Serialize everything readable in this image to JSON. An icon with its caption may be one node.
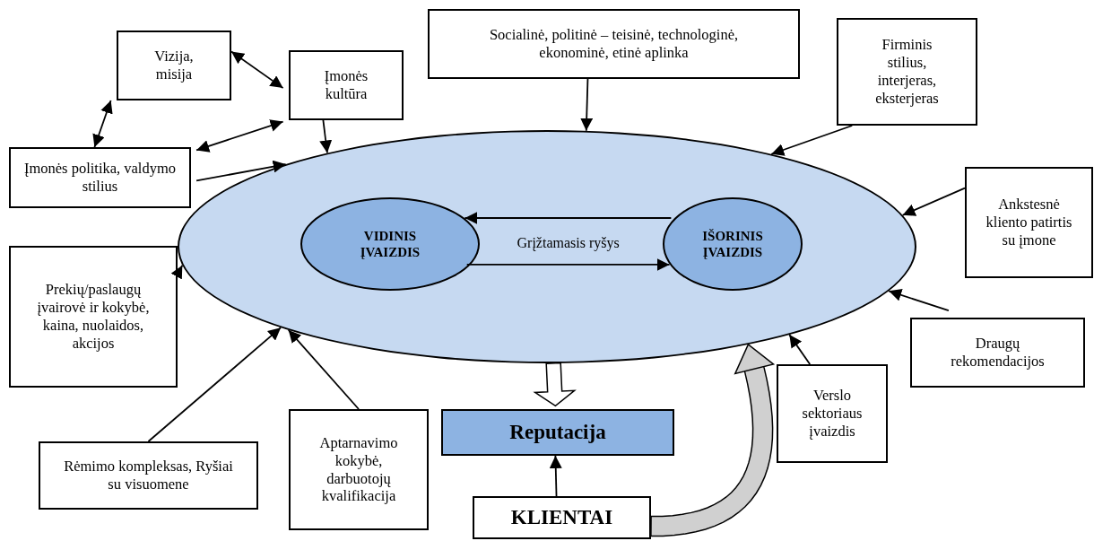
{
  "diagram": {
    "nodes": [
      {
        "text": [],
        "shape": "ellipse"
      },
      {
        "text": [
          "VIDINIS ĮVAIZDIS"
        ],
        "in": 0
      },
      {
        "text": [
          "IŠORINIS ĮVAIZDIS"
        ],
        "in": 0
      },
      {
        "text": [
          "Vizija, misija"
        ]
      },
      {
        "text": [
          "Įmonės kultūra"
        ]
      },
      {
        "text": [
          "Socialinė, politinė – teisinė, technologinė, ekonominė, etinė aplinka"
        ]
      },
      {
        "text": [
          "Firminis stilius, interjeras, eksterjeras"
        ]
      },
      {
        "text": [
          "Įmonės politika, valdymo stilius"
        ]
      },
      {
        "text": [
          "Ankstesnė kliento patirtis su įmone"
        ]
      },
      {
        "text": [
          "Prekių/paslaugų įvairovė ir kokybė, kaina, nuolaidos, akcijos"
        ]
      },
      {
        "text": [
          "Draugų rekomendacijos"
        ]
      },
      {
        "text": [
          "Verslo sektoriaus įvaizdis"
        ]
      },
      {
        "text": [
          "Aptarnavimo kokybė, darbuotojų kvalifikacija"
        ]
      },
      {
        "text": [
          "Rėmimo kompleksas, Ryšiai su visuomene"
        ]
      },
      {
        "text": [
          "Reputacija"
        ]
      },
      {
        "text": [
          "KLIENTAI"
        ]
      }
    ],
    "edges": [
      {
        "from": 3,
        "to": 4,
        "arrow": "both"
      },
      {
        "from": 3,
        "to": 7,
        "arrow": "both"
      },
      {
        "from": 4,
        "to": 7,
        "arrow": "both"
      },
      {
        "from": 4,
        "to": 0,
        "arrow": "to"
      },
      {
        "from": 7,
        "to": 0,
        "arrow": "to"
      },
      {
        "from": 5,
        "to": 0,
        "arrow": "to"
      },
      {
        "from": 6,
        "to": 0,
        "arrow": "to"
      },
      {
        "from": 8,
        "to": 0,
        "arrow": "to"
      },
      {
        "from": 9,
        "to": 0,
        "arrow": "to"
      },
      {
        "from": 10,
        "to": 0,
        "arrow": "to"
      },
      {
        "from": 11,
        "to": 0,
        "arrow": "to"
      },
      {
        "from": 12,
        "to": 0,
        "arrow": "to"
      },
      {
        "from": 13,
        "to": 0,
        "arrow": "to"
      },
      {
        "from": 2,
        "to": 1,
        "arrow": "to"
      },
      {
        "from": 1,
        "to": 2,
        "arrow": "to",
        "label": "Grįžtamasis ryšys"
      },
      {
        "from": 0,
        "to": 14,
        "arrow": "to",
        "style": "thick"
      },
      {
        "from": 15,
        "to": 14,
        "arrow": "to"
      },
      {
        "from": 15,
        "to": 0,
        "arrow": "to",
        "style": "thick",
        "color": "#d0d0d0"
      }
    ]
  }
}
